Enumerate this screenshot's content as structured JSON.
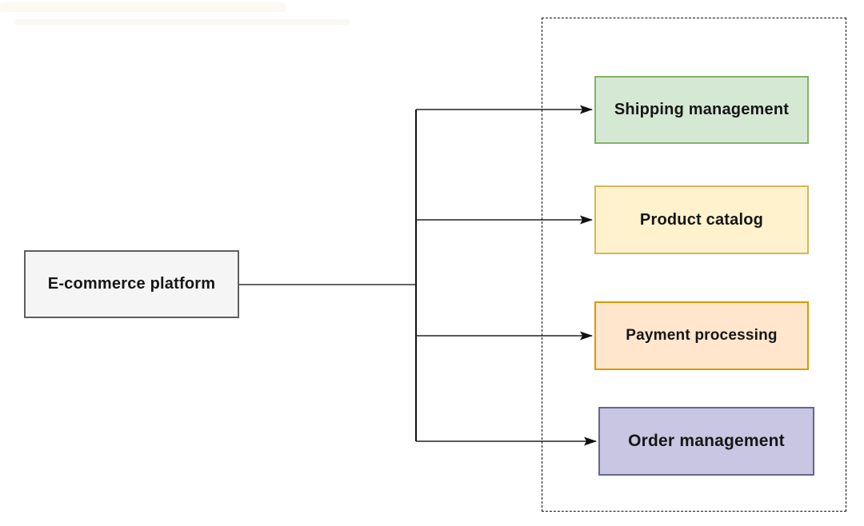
{
  "diagram": {
    "type": "tree",
    "root": {
      "label": "E-commerce platform",
      "fill": "#f5f5f5",
      "border": "#5e5e5e"
    },
    "group": {
      "style": "dashed-rectangle",
      "border_color": "#111111"
    },
    "children": [
      {
        "label": "Shipping management",
        "fill": "#d5e8d4",
        "border": "#82b366"
      },
      {
        "label": "Product catalog",
        "fill": "#fff2cc",
        "border": "#d6b656"
      },
      {
        "label": "Payment processing",
        "fill": "#ffe6cc",
        "border": "#d79b00"
      },
      {
        "label": "Order management",
        "fill": "#c9c6e3",
        "border": "#64678c"
      }
    ],
    "connections": [
      {
        "from": "E-commerce platform",
        "to": "Shipping management",
        "arrow": "filled-right"
      },
      {
        "from": "E-commerce platform",
        "to": "Product catalog",
        "arrow": "filled-right"
      },
      {
        "from": "E-commerce platform",
        "to": "Payment processing",
        "arrow": "filled-right"
      },
      {
        "from": "E-commerce platform",
        "to": "Order management",
        "arrow": "filled-right"
      }
    ],
    "line_color": "#1a1a1a"
  }
}
